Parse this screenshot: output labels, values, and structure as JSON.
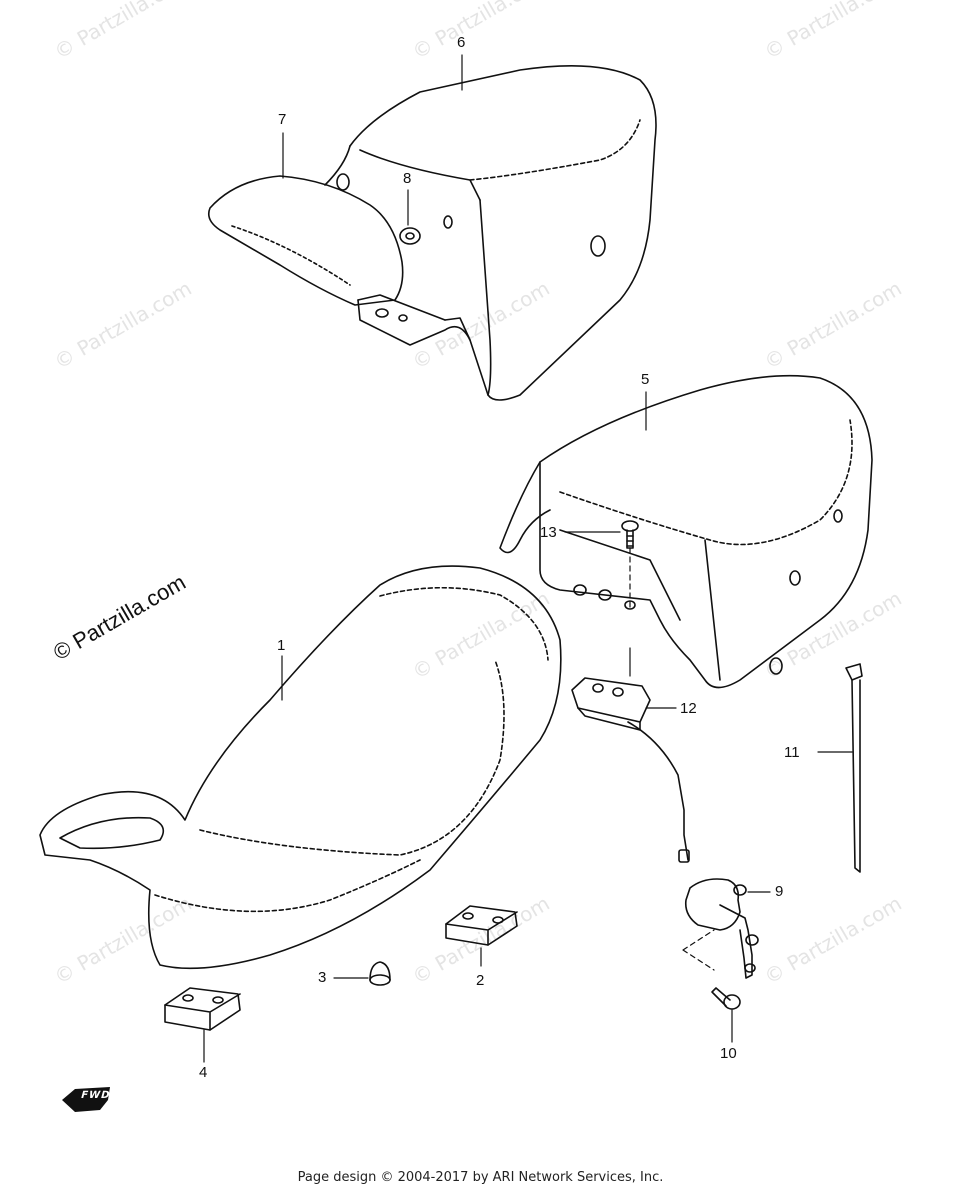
{
  "watermark": {
    "text": "© Partzilla.com"
  },
  "callouts": {
    "c1": "1",
    "c2": "2",
    "c3": "3",
    "c4": "4",
    "c5": "5",
    "c6": "6",
    "c7": "7",
    "c8": "8",
    "c9": "9",
    "c10": "10",
    "c11": "11",
    "c12": "12",
    "c13": "13"
  },
  "direction_badge": "FWD",
  "footer": "Page design © 2004-2017 by ARI Network Services, Inc."
}
